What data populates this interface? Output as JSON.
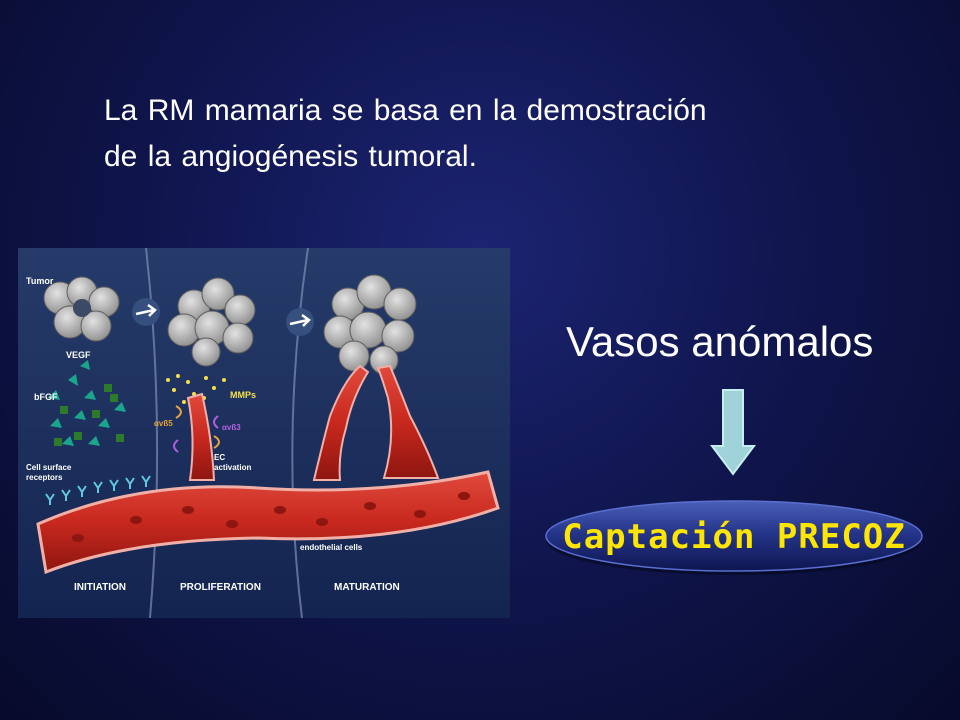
{
  "slide": {
    "title_line1": "La RM mamaria se basa en la demostración",
    "title_line2": "de la angiogénesis tumoral.",
    "vasos_label": "Vasos anómalos",
    "captacion_label": "Captación PRECOZ"
  },
  "diagram": {
    "tumor": "Tumor",
    "vegf": "VEGF",
    "bfgf": "bFGF",
    "mmps": "MMPs",
    "av5": "αvß5",
    "av3": "αvß3",
    "ec_activation_1": "EC",
    "ec_activation_2": "activation",
    "receptors_1": "Cell surface",
    "receptors_2": "receptors",
    "endothelial": "endothelial cells",
    "stage_initiation": "INITIATION",
    "stage_proliferation": "PROLIFERATION",
    "stage_maturation": "MATURATION"
  },
  "colors": {
    "background": "#10164f",
    "title_text": "#ffffff",
    "captacion_text": "#ffe600",
    "arrow_fill": "#9fd3d9",
    "vessel_red": "#c8281e"
  }
}
